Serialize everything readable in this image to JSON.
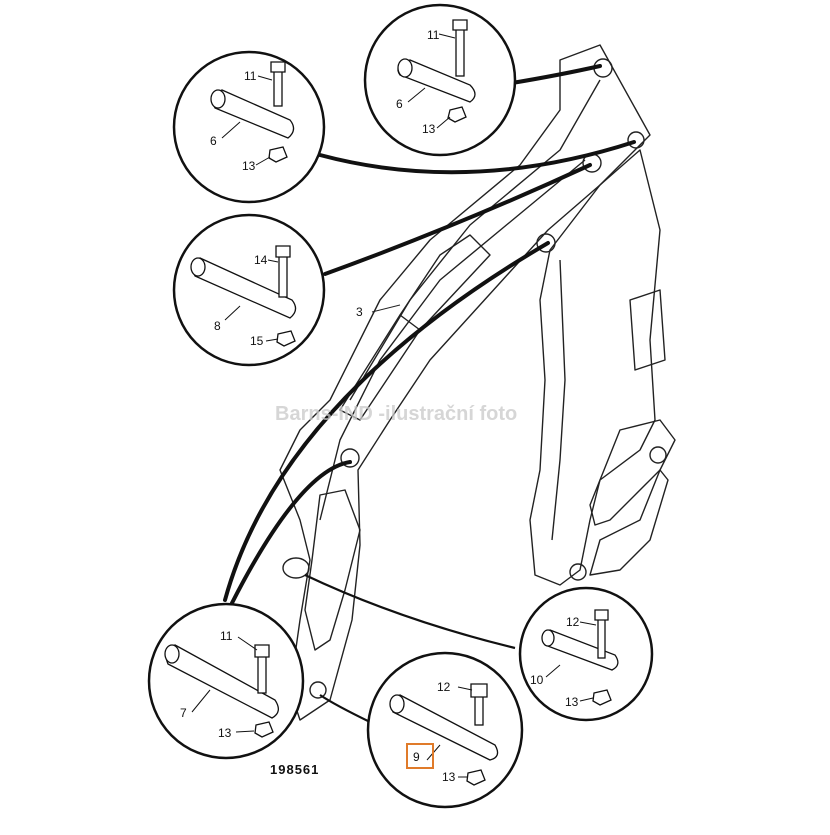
{
  "drawing_number": "198561",
  "watermark": "Barns-IND -ilustrační foto",
  "highlight_color": "#e07b2a",
  "callouts": [
    {
      "id": "c1",
      "labels": [
        "11",
        "6",
        "13"
      ]
    },
    {
      "id": "c2",
      "labels": [
        "11",
        "6",
        "13"
      ]
    },
    {
      "id": "c3",
      "labels": [
        "14",
        "8",
        "15"
      ]
    },
    {
      "id": "c4",
      "labels": [
        "11",
        "7",
        "13"
      ]
    },
    {
      "id": "c5",
      "labels": [
        "12",
        "9",
        "13"
      ]
    },
    {
      "id": "c6",
      "labels": [
        "12",
        "10",
        "13"
      ]
    }
  ],
  "boom_label": "3",
  "highlighted_part": "9"
}
